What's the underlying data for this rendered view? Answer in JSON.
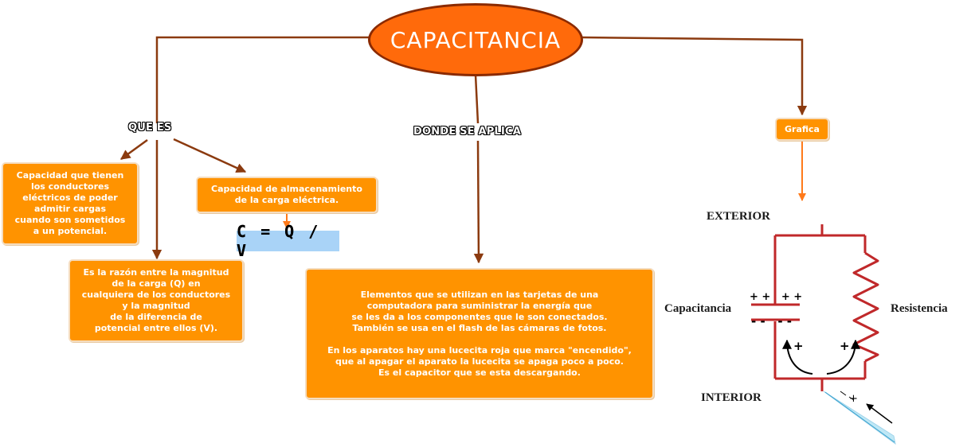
{
  "diagram": {
    "title": "CAPACITANCIA",
    "link_labels": {
      "que_es": "QUE ES",
      "donde_se_aplica": "DONDE SE APLICA"
    },
    "concepts": {
      "capacidad_conductores": "Capacidad que tienen\nlos conductores\neléctricos de poder\nadmitir cargas\ncuando son sometidos\na un potencial.",
      "razon_magnitud": "Es la razón entre la magnitud\nde la carga (Q) en\ncualquiera de los conductores\ny la magnitud\nde la diferencia de\npotencial entre ellos (V).",
      "almacenamiento": "Capacidad de almacenamiento\nde la carga eléctrica.",
      "formula": "C = Q / V",
      "aplicaciones": "Elementos que se utilizan en las tarjetas de una\ncomputadora para suministrar la energía que\nse les da a los componentes que le son conectados.\nTambién se usa en el flash de las cámaras de fotos.\n\nEn los aparatos hay una lucecita roja que marca \"encendido\",\nque al apagar el aparato la lucecita se apaga poco a poco.\nEs el capacitor que se esta descargando.",
      "grafica": "Grafica"
    },
    "circuit": {
      "exterior": "EXTERIOR",
      "interior": "INTERIOR",
      "capacitancia": "Capacitancia",
      "resistencia": "Resistencia",
      "top_charges": "+ +   + +",
      "bottom_charges": "- -   - -",
      "plus": "+"
    },
    "colors": {
      "node_fill": "#ff9300",
      "title_fill": "#ff6a0b",
      "connector": "#8b3a0f",
      "grafica_arrow": "#ff7a1a",
      "circuit_wire": "#c0282a",
      "formula_bg": "#a9d3f7"
    }
  }
}
